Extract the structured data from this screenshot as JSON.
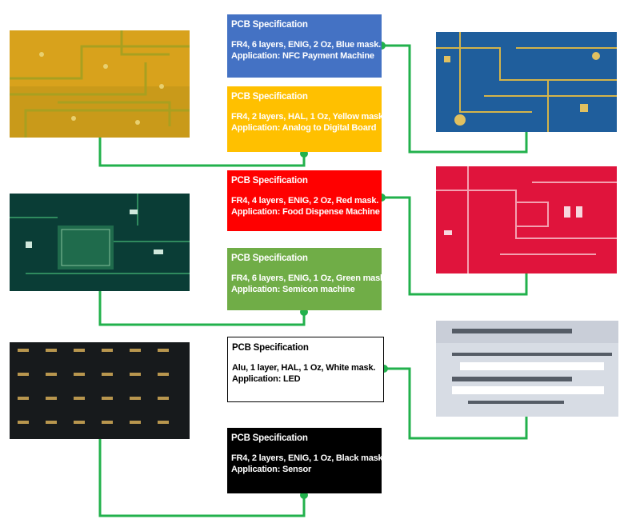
{
  "specs": [
    {
      "id": "blue",
      "title": "PCB Specification",
      "details": "FR4, 6 layers, ENIG, 2 Oz, Blue mask.",
      "application": "Application: NFC Payment Machine",
      "bg": "#4472c4",
      "fg": "#ffffff"
    },
    {
      "id": "yellow",
      "title": "PCB Specification",
      "details": "FR4, 2 layers, HAL, 1 Oz, Yellow mask.",
      "application": "Application: Analog to Digital Board",
      "bg": "#ffc000",
      "fg": "#ffffff"
    },
    {
      "id": "red",
      "title": "PCB Specification",
      "details": "FR4, 4 layers, ENIG, 2 Oz, Red mask.",
      "application": "Application: Food Dispense Machine",
      "bg": "#ff0000",
      "fg": "#ffffff"
    },
    {
      "id": "green",
      "title": "PCB Specification",
      "details": "FR4, 6 layers, ENIG, 1 Oz, Green mask.",
      "application": "Application: Semicon machine",
      "bg": "#70ad47",
      "fg": "#ffffff"
    },
    {
      "id": "white",
      "title": "PCB Specification",
      "details": "Alu, 1 layer, HAL, 1 Oz, White mask.",
      "application": "Application: LED",
      "bg": "#ffffff",
      "fg": "#000000"
    },
    {
      "id": "black",
      "title": "PCB Specification",
      "details": "FR4, 2 layers, ENIG, 1 Oz, Black mask.",
      "application": "Application: Sensor",
      "bg": "#000000",
      "fg": "#ffffff"
    }
  ],
  "colors": {
    "connector": "#22b14c",
    "yellow_board": "#d8a21c",
    "blue_board": "#1f5e9c",
    "green_board": "#0a3d36",
    "red_board": "#e0143c",
    "aluminium_board": "#d7dce4",
    "black_board": "#171a1c"
  }
}
